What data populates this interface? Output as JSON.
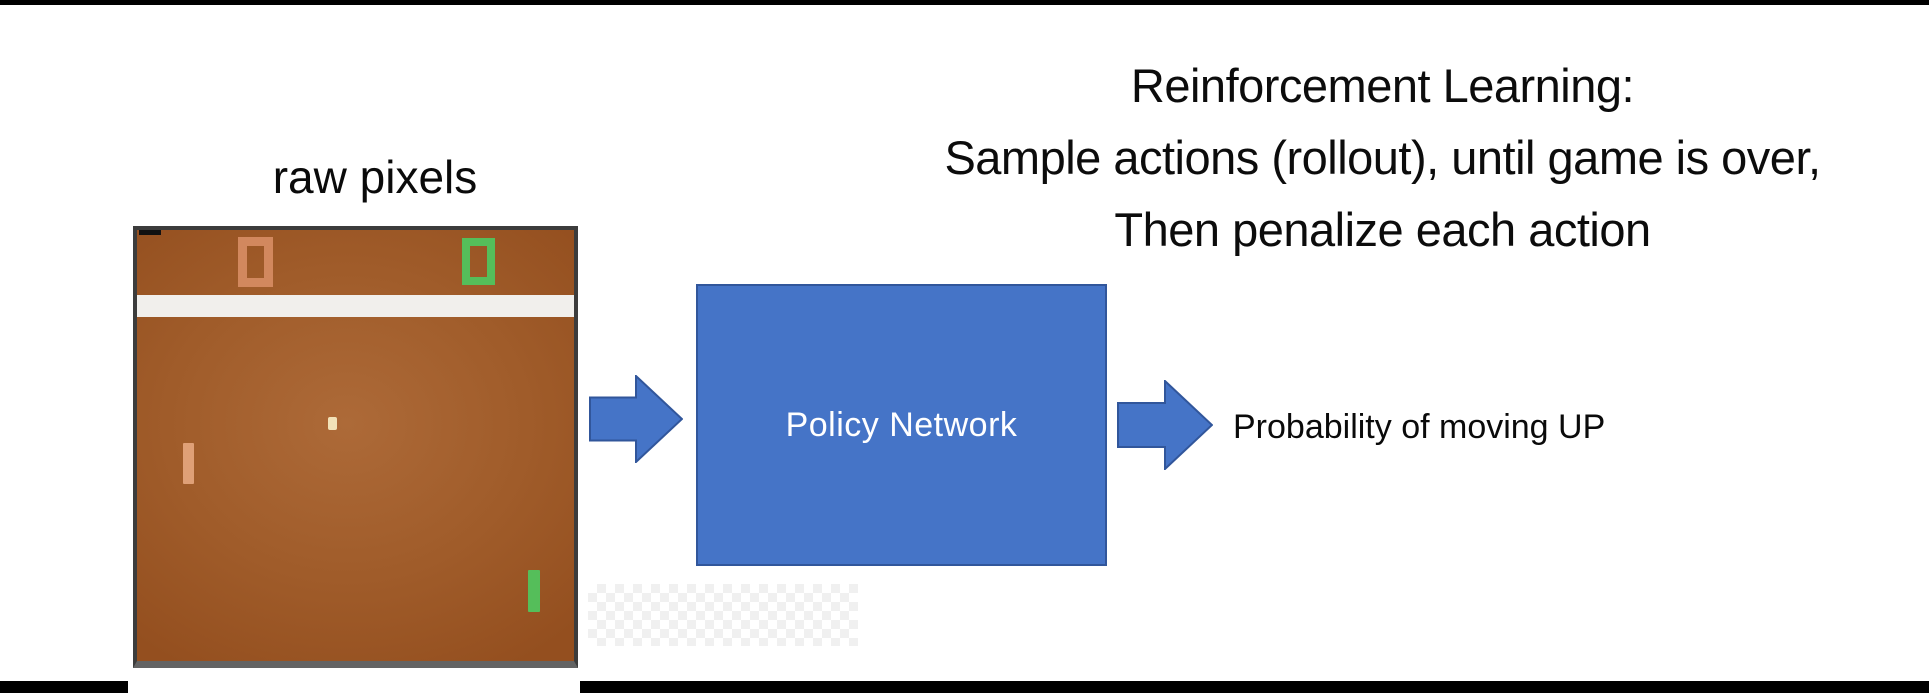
{
  "slide": {
    "headline": {
      "line1": "Reinforcement Learning:",
      "line2": "Sample actions (rollout), until game is over,",
      "line3": "Then penalize each action"
    },
    "raw_pixels_label": "raw pixels",
    "policy_network_label": "Policy Network",
    "output_label": "Probability of moving UP",
    "game": {
      "left_player_score": "0",
      "right_player_score": "0",
      "left_player_color": "#d2885e",
      "right_player_color": "#55be5a",
      "field_color": "#9e5827",
      "divider_color": "#f1efec",
      "ball_color": "#f2e2b8"
    },
    "colors": {
      "accent_blue_fill": "#4574c7",
      "accent_blue_border": "#31569b",
      "text_black": "#0c0c0c",
      "bar_black": "#000000"
    }
  }
}
